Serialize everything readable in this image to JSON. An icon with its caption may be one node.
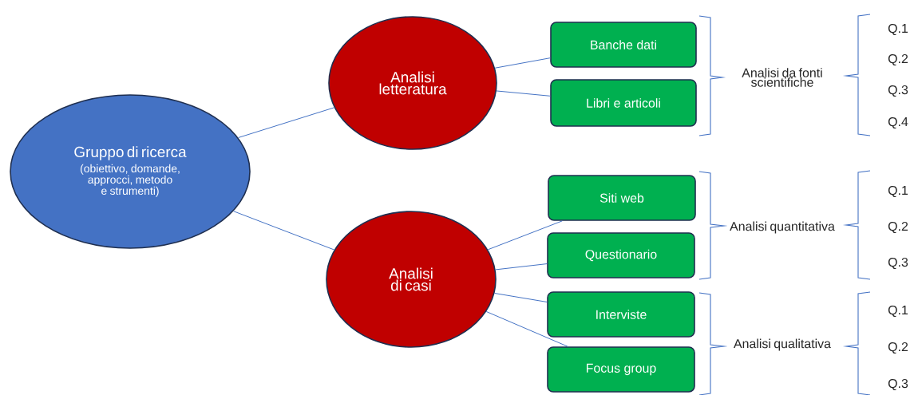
{
  "diagram": {
    "nodes": [
      {
        "text": [
          "Gruppo di ricerca",
          "(obiettivo, domande, approcci, metodo e strumenti)"
        ]
      },
      {
        "text": [
          "Analisi letteratura"
        ]
      },
      {
        "text": [
          "Analisi di casi"
        ]
      },
      {
        "text": [
          "Banche dati"
        ]
      },
      {
        "text": [
          "Libri e articoli"
        ]
      },
      {
        "text": [
          "Siti web"
        ]
      },
      {
        "text": [
          "Questionario"
        ]
      },
      {
        "text": [
          "Interviste"
        ]
      },
      {
        "text": [
          "Focus group"
        ]
      }
    ],
    "edges": [
      {
        "from": 0,
        "to": 1,
        "arrow": "none"
      },
      {
        "from": 0,
        "to": 2,
        "arrow": "none"
      },
      {
        "from": 1,
        "to": 3,
        "arrow": "none"
      },
      {
        "from": 1,
        "to": 4,
        "arrow": "none"
      },
      {
        "from": 2,
        "to": 5,
        "arrow": "none"
      },
      {
        "from": 2,
        "to": 6,
        "arrow": "none"
      },
      {
        "from": 2,
        "to": 7,
        "arrow": "none"
      },
      {
        "from": 2,
        "to": 8,
        "arrow": "none"
      }
    ],
    "labels": [
      "Analisi da fonti scientifiche",
      "Q.1",
      "Q.2",
      "Q.3",
      "Q.4",
      "Analisi quantitativa",
      "Q.1",
      "Q.2",
      "Q.3",
      "Analisi qualitativa",
      "Q.1",
      "Q.2",
      "Q.3"
    ]
  }
}
